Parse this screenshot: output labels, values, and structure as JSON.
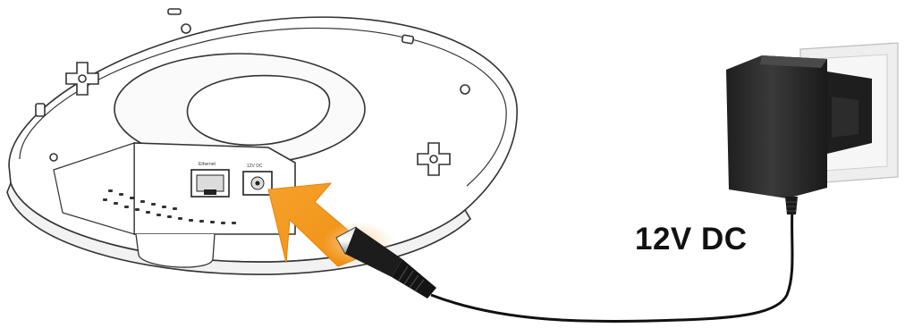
{
  "diagram": {
    "power_label": "12V DC",
    "port_labels": {
      "ethernet": "Ethernet",
      "power": "12V DC"
    },
    "colors": {
      "arrow": "#f39a1c",
      "adapter": "#2b2b2b",
      "device_outline": "#333333",
      "outlet": "#eeeeee"
    },
    "icons": [
      "access-point-device",
      "ethernet-port",
      "power-port",
      "insert-arrow",
      "dc-plug",
      "power-adapter",
      "wall-outlet"
    ]
  }
}
